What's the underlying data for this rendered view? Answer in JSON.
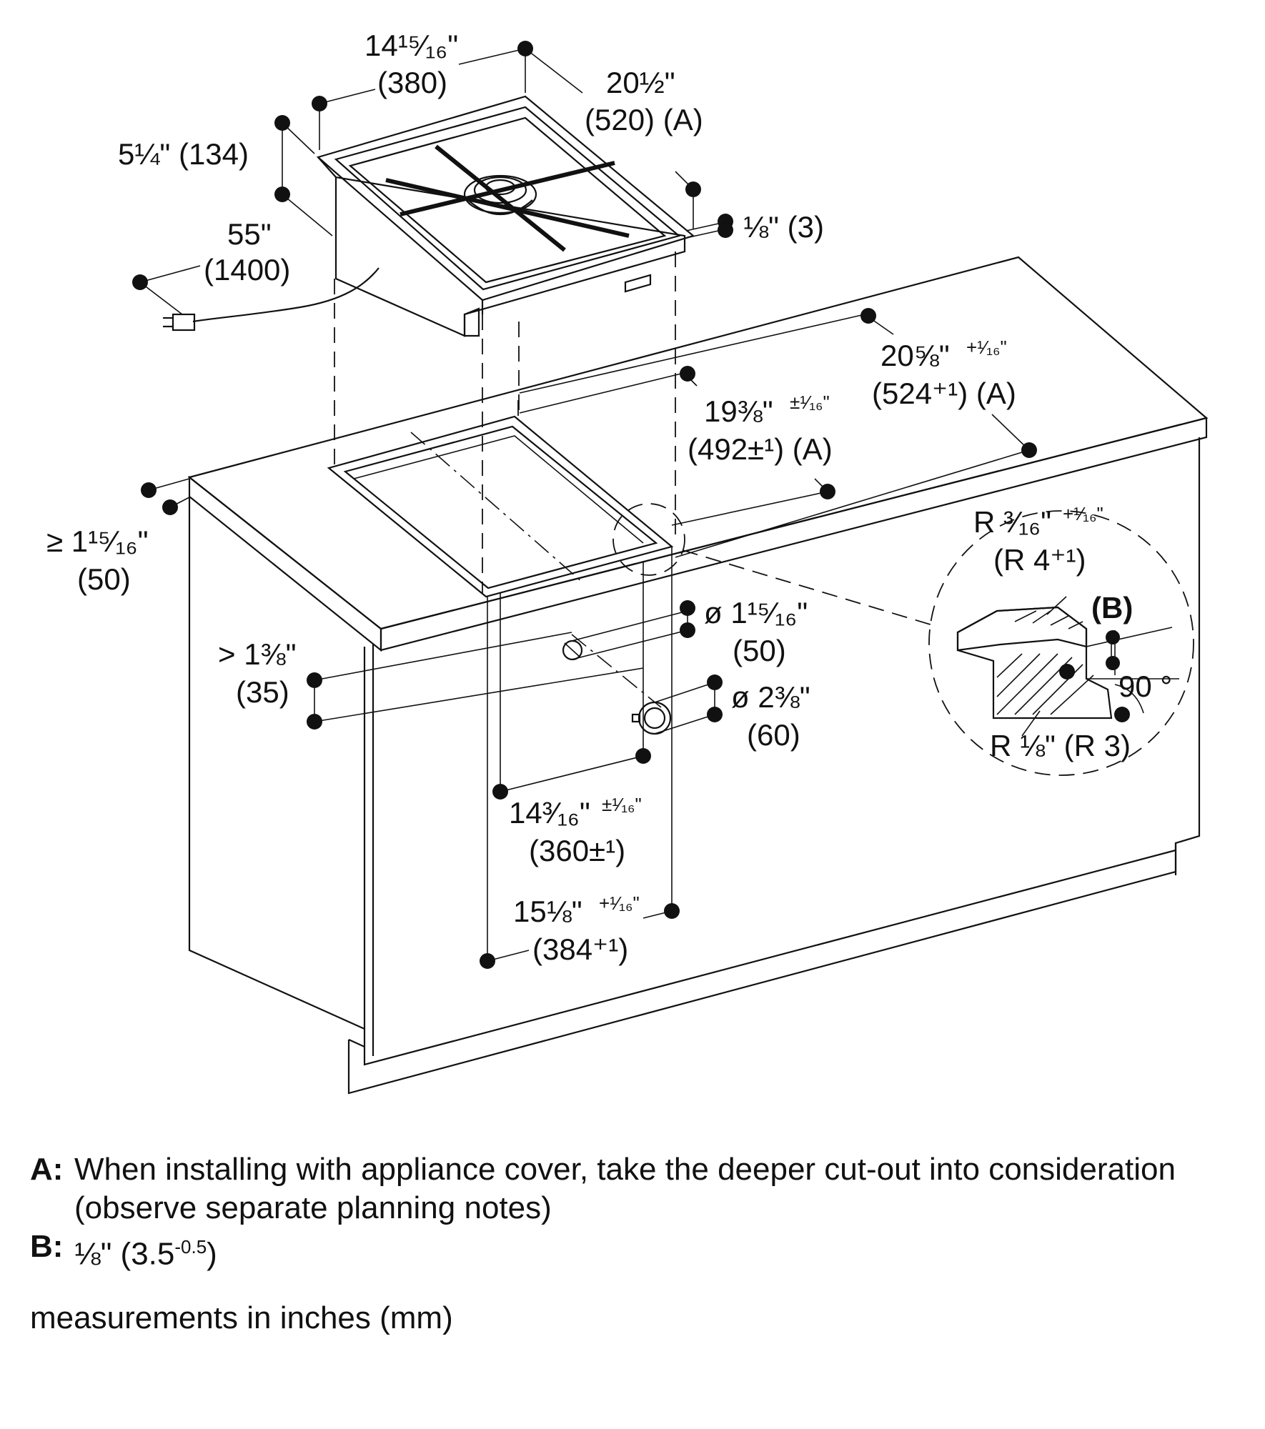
{
  "dimensions": {
    "width_in": "14¹⁵⁄₁₆\"",
    "width_mm": "(380)",
    "depth_in": "20½\"",
    "depth_mm": "(520) (A)",
    "height_in": "5¼\" (134)",
    "cord_in": "55\"",
    "cord_mm": "(1400)",
    "lip": "⅛\" (3)",
    "cut_outer_in": "20⅝\"",
    "cut_outer_tol": "+¹⁄₁₆\"",
    "cut_outer_mm": "(524⁺¹) (A)",
    "cut_inner_in": "19⅜\"",
    "cut_inner_tol": "±¹⁄₁₆\"",
    "cut_inner_mm": "(492±¹) (A)",
    "front_in": "≥ 1¹⁵⁄₁₆\"",
    "front_mm": "(50)",
    "worktop_in": "> 1⅜\"",
    "worktop_mm": "(35)",
    "hole_small_in": "ø 1¹⁵⁄₁₆\"",
    "hole_small_mm": "(50)",
    "hole_large_in": "ø 2⅜\"",
    "hole_large_mm": "(60)",
    "cut_w_inner_in": "14³⁄₁₆\"",
    "cut_w_inner_tol": "±¹⁄₁₆\"",
    "cut_w_inner_mm": "(360±¹)",
    "cut_w_outer_in": "15⅛\"",
    "cut_w_outer_tol": "+¹⁄₁₆\"",
    "cut_w_outer_mm": "(384⁺¹)"
  },
  "detail": {
    "radius_top_in": "R ³⁄₁₆\"",
    "radius_top_tol": "+¹⁄₁₆\"",
    "radius_top_mm": "(R 4⁺¹)",
    "label_b": "(B)",
    "angle": "90 °",
    "radius_bottom": "R ⅛\" (R 3)"
  },
  "notes": [
    {
      "key": "A:",
      "text": "When installing with appliance cover, take the deeper cut-out into consideration (observe separate planning notes)"
    },
    {
      "key": "B:",
      "text": "⅛\" (3.5",
      "sup": "-0.5",
      "tail": ")"
    }
  ],
  "footer": "measurements in inches (mm)"
}
